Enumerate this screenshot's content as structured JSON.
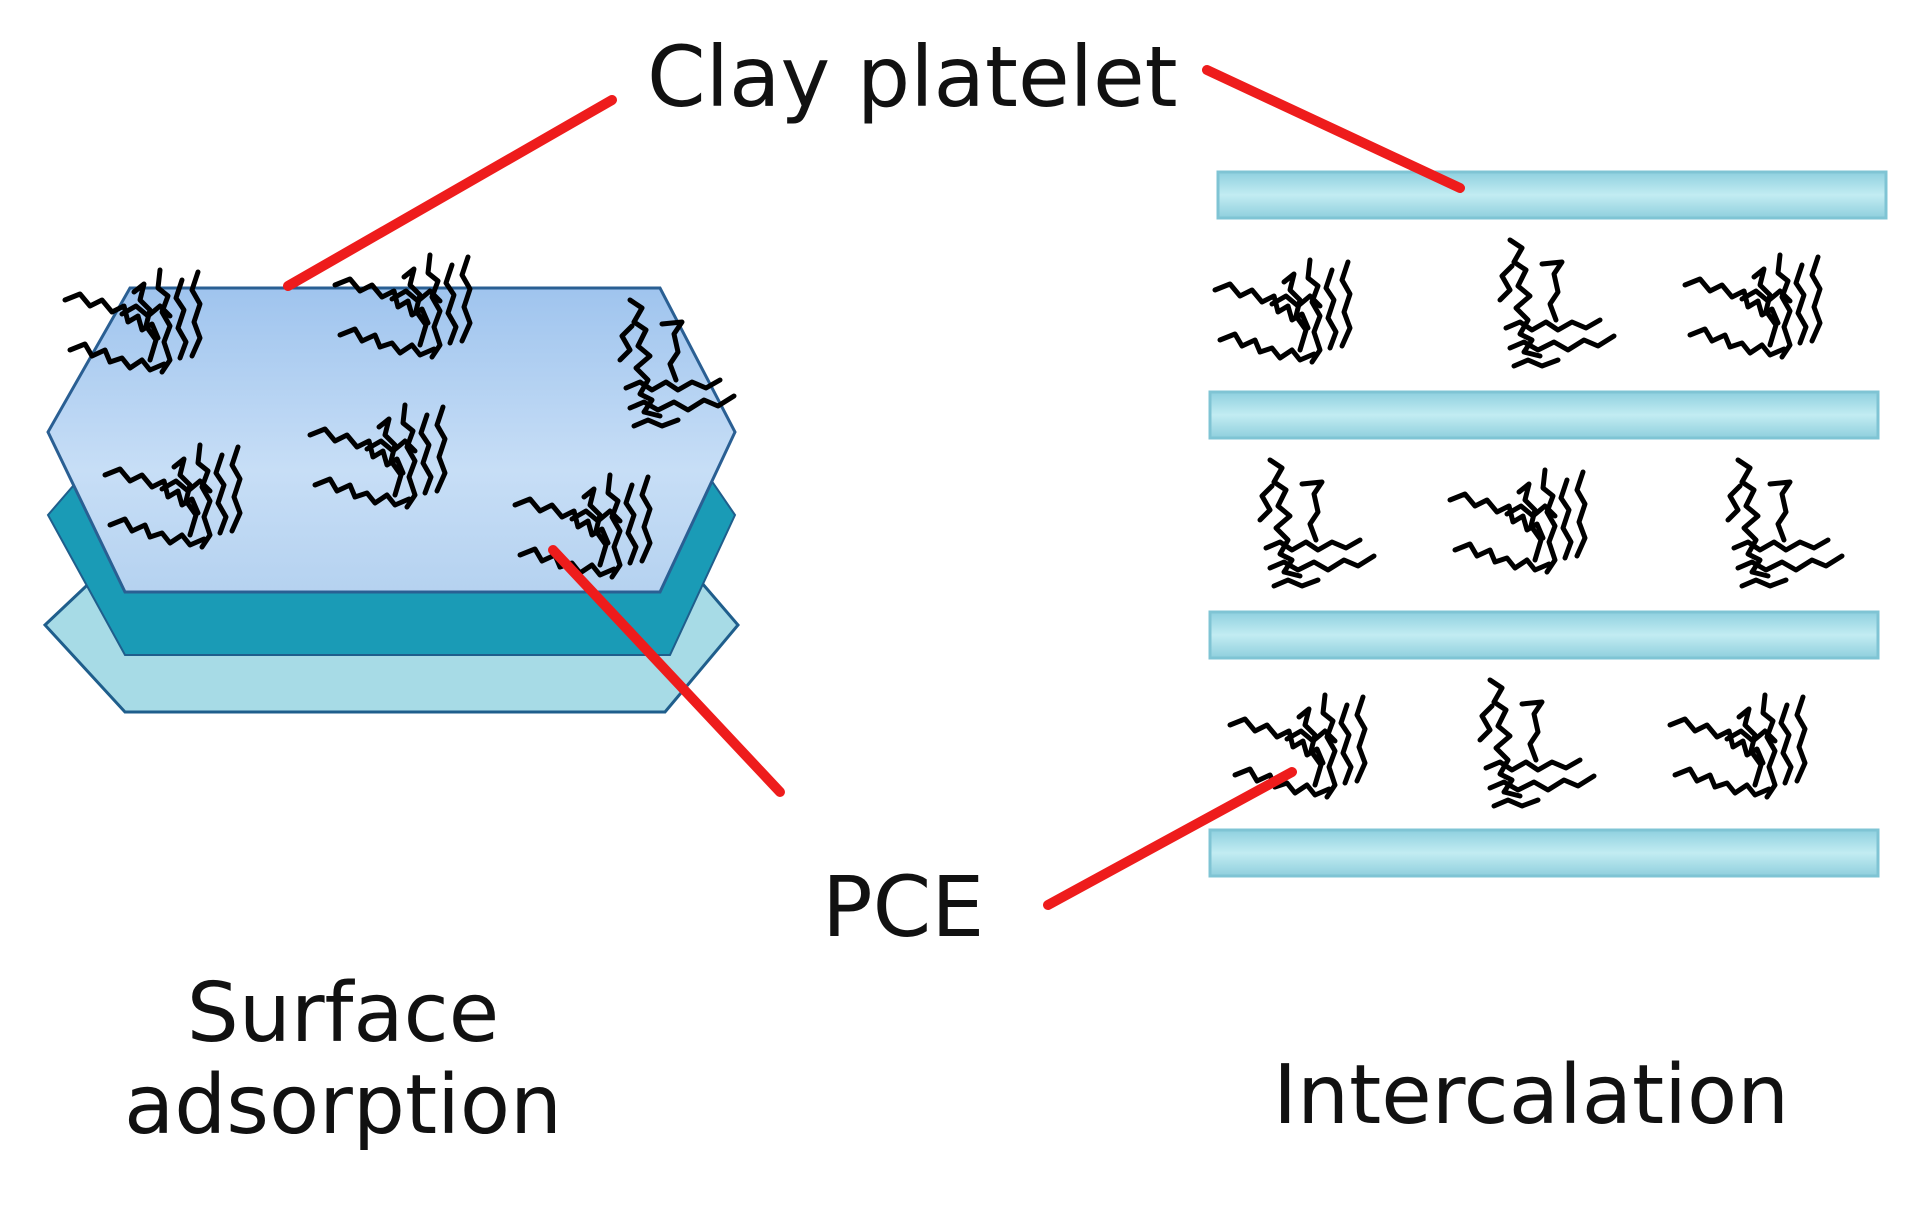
{
  "labels": {
    "clay_platelet": "Clay platelet",
    "pce": "PCE",
    "surface_adsorption": "Surface adsorption",
    "intercalation": "Intercalation"
  },
  "colors": {
    "pointer": "#ee1c1c",
    "polymer": "#000000",
    "top_platelet": "#bdd8f4",
    "middle_platelet": "#1b9bb6",
    "bottom_platelet": "#a6dbe6",
    "stack_platelet": "#a4dce6"
  },
  "icons": {
    "polymer_coil": "pce-polymer-coil-icon",
    "platelet": "clay-platelet-icon"
  }
}
